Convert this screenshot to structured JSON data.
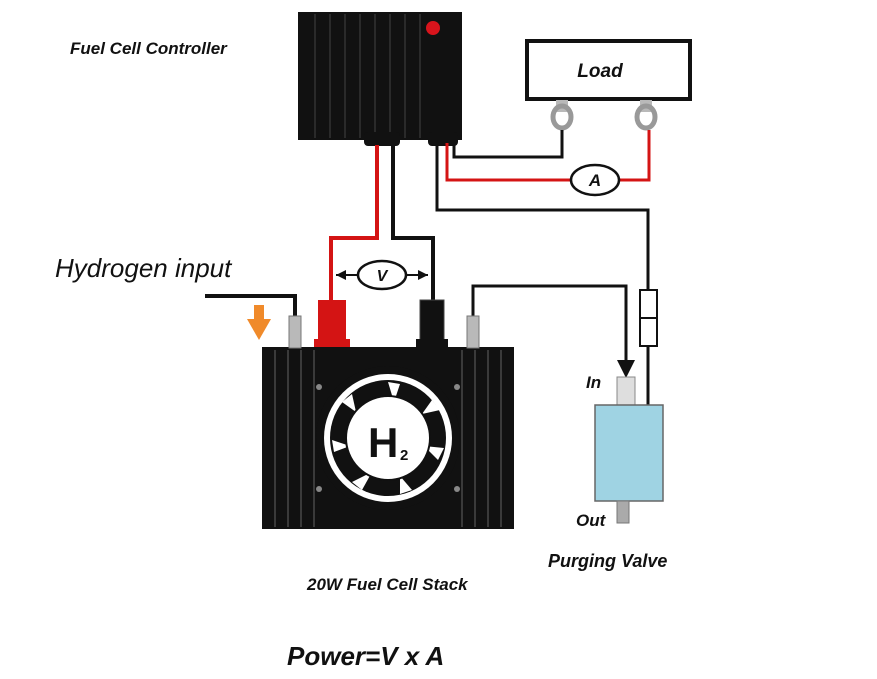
{
  "labels": {
    "controller": "Fuel Cell Controller",
    "load": "Load",
    "ammeter": "A",
    "voltmeter": "V",
    "hydrogen_input": "Hydrogen input",
    "h2_symbol": "H",
    "h2_subscript": "2",
    "valve_in": "In",
    "valve_out": "Out",
    "stack": "20W Fuel Cell Stack",
    "valve": "Purging Valve",
    "formula": "Power=V x A"
  },
  "colors": {
    "wire_positive": "#d41414",
    "wire_negative": "#111111",
    "controller_body": "#111111",
    "controller_led": "#d8141c",
    "valve_body": "#9fd3e3",
    "arrow": "#f08a2a",
    "terminal_grey": "#b9b9b9"
  },
  "icons": [
    "hydrogen-flow-arrow-icon",
    "h2-fan-icon",
    "flow-direction-arrow-icon"
  ]
}
